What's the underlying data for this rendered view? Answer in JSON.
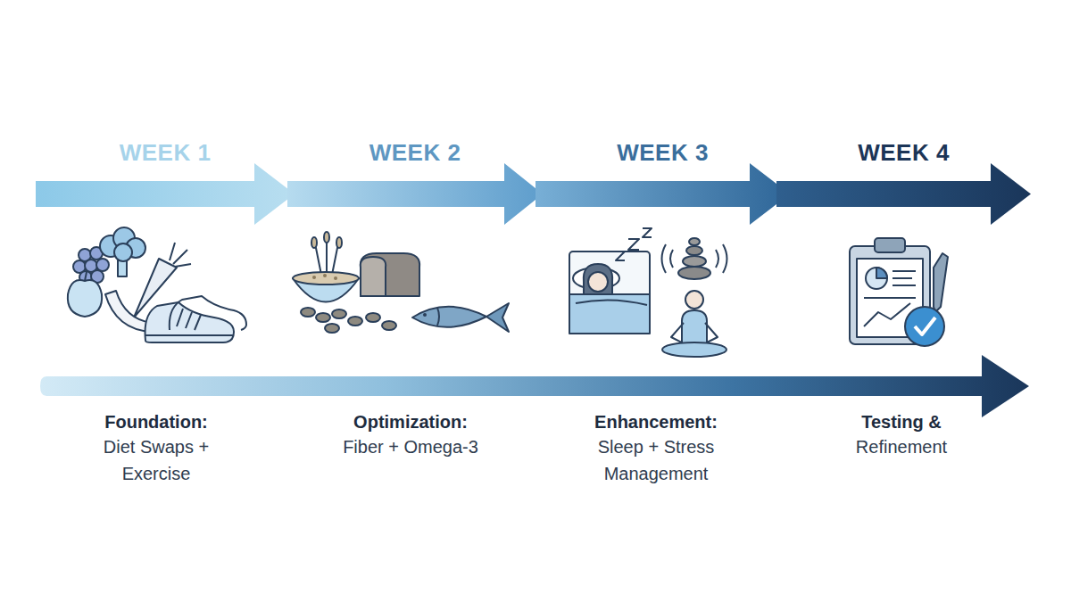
{
  "diagram": {
    "nodes": [
      {
        "text": [
          "WEEK 1"
        ]
      },
      {
        "text": [
          "WEEK 2"
        ]
      },
      {
        "text": [
          "WEEK 3"
        ]
      },
      {
        "text": [
          "WEEK 4"
        ]
      }
    ],
    "labels": [
      "Foundation:",
      "Diet Swaps + Exercise",
      "Optimization:",
      "Fiber + Omega-3",
      "Enhancement:",
      "Sleep + Stress Management",
      "Testing &",
      "Refinement"
    ]
  }
}
